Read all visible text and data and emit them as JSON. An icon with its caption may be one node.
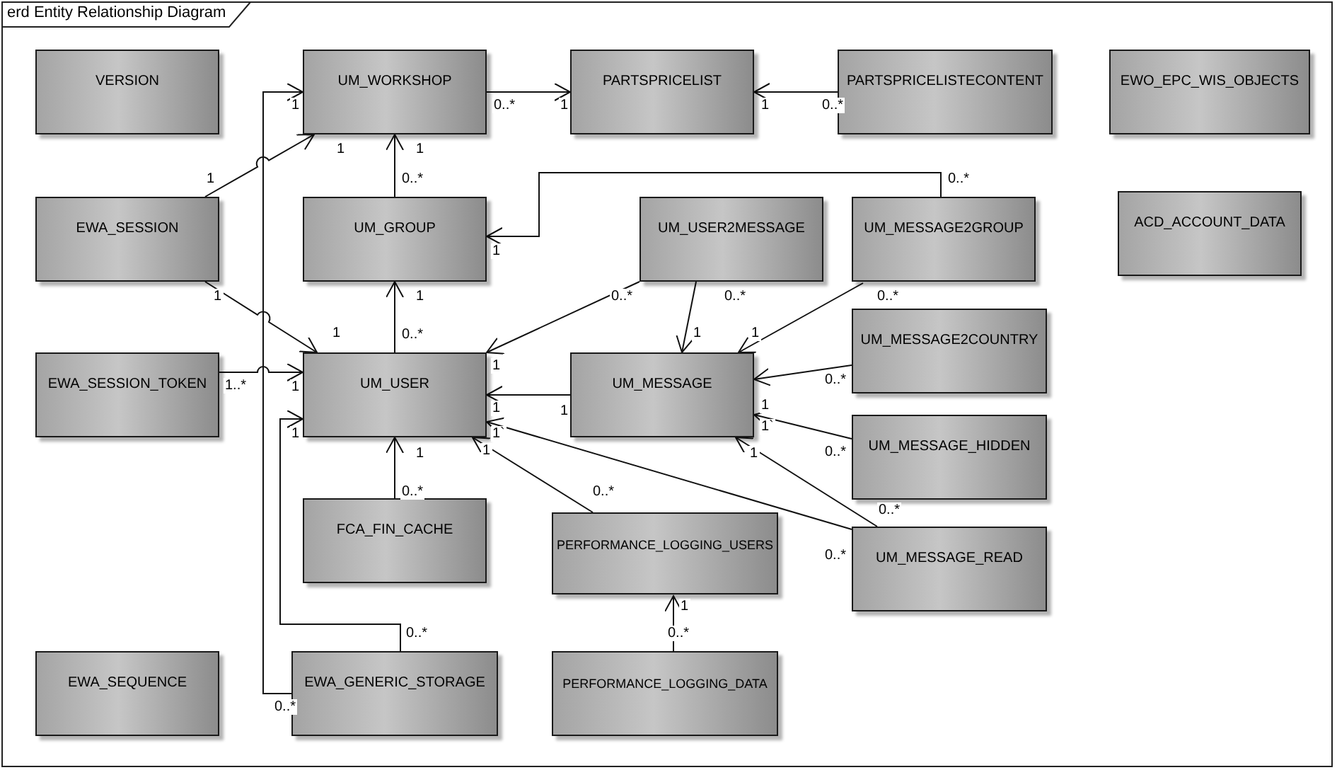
{
  "diagram": {
    "title": "erd Entity Relationship Diagram",
    "nodes": [
      {
        "text": [
          "VERSION"
        ]
      },
      {
        "text": [
          "UM_WORKSHOP"
        ]
      },
      {
        "text": [
          "PARTSPRICELIST"
        ]
      },
      {
        "text": [
          "PARTSPRICELISTECONTENT"
        ]
      },
      {
        "text": [
          "EWO_EPC_WIS_OBJECTS"
        ]
      },
      {
        "text": [
          "EWA_SESSION"
        ]
      },
      {
        "text": [
          "UM_GROUP"
        ]
      },
      {
        "text": [
          "UM_USER2MESSAGE"
        ]
      },
      {
        "text": [
          "UM_MESSAGE2GROUP"
        ]
      },
      {
        "text": [
          "ACD_ACCOUNT_DATA"
        ]
      },
      {
        "text": [
          "EWA_SESSION_TOKEN"
        ]
      },
      {
        "text": [
          "UM_USER"
        ]
      },
      {
        "text": [
          "UM_MESSAGE"
        ]
      },
      {
        "text": [
          "UM_MESSAGE2COUNTRY"
        ]
      },
      {
        "text": [
          "UM_MESSAGE_HIDDEN"
        ]
      },
      {
        "text": [
          "FCA_FIN_CACHE"
        ]
      },
      {
        "text": [
          "PERFORMANCE_LOGGING_USERS"
        ]
      },
      {
        "text": [
          "UM_MESSAGE_READ"
        ]
      },
      {
        "text": [
          "EWA_SEQUENCE"
        ]
      },
      {
        "text": [
          "EWA_GENERIC_STORAGE"
        ]
      },
      {
        "text": [
          "PERFORMANCE_LOGGING_DATA"
        ]
      }
    ],
    "edges": [
      {
        "from": 1,
        "to": 2,
        "arrow": "to"
      },
      {
        "from": 3,
        "to": 2,
        "arrow": "to"
      },
      {
        "from": 6,
        "to": 1,
        "arrow": "to"
      },
      {
        "from": 5,
        "to": 1,
        "arrow": "to"
      },
      {
        "from": 19,
        "to": 1,
        "arrow": "to"
      },
      {
        "from": 8,
        "to": 6,
        "arrow": "to"
      },
      {
        "from": 11,
        "to": 6,
        "arrow": "to"
      },
      {
        "from": 5,
        "to": 11,
        "arrow": "to"
      },
      {
        "from": 10,
        "to": 11,
        "arrow": "to"
      },
      {
        "from": 19,
        "to": 11,
        "arrow": "to"
      },
      {
        "from": 7,
        "to": 11,
        "arrow": "to"
      },
      {
        "from": 7,
        "to": 12,
        "arrow": "to"
      },
      {
        "from": 8,
        "to": 12,
        "arrow": "to"
      },
      {
        "from": 12,
        "to": 11,
        "arrow": "to"
      },
      {
        "from": 13,
        "to": 12,
        "arrow": "to"
      },
      {
        "from": 14,
        "to": 12,
        "arrow": "to"
      },
      {
        "from": 17,
        "to": 12,
        "arrow": "to"
      },
      {
        "from": 17,
        "to": 11,
        "arrow": "to"
      },
      {
        "from": 16,
        "to": 11,
        "arrow": "to"
      },
      {
        "from": 15,
        "to": 11,
        "arrow": "to"
      },
      {
        "from": 20,
        "to": 16,
        "arrow": "to"
      }
    ],
    "labels": [
      "0..*",
      "1",
      "0..*",
      "1",
      "0..*",
      "1",
      "1",
      "1",
      "0..*",
      "1",
      "0..*",
      "1",
      "0..*",
      "1",
      "1",
      "1",
      "1..*",
      "1",
      "0..*",
      "1",
      "0..*",
      "1",
      "0..*",
      "1",
      "0..*",
      "1",
      "1",
      "1",
      "0..*",
      "1",
      "0..*",
      "1`",
      "0..*",
      "1",
      "0..*",
      "1`",
      "0..*",
      "1",
      "0..*",
      "1",
      "0..*",
      "1"
    ]
  }
}
